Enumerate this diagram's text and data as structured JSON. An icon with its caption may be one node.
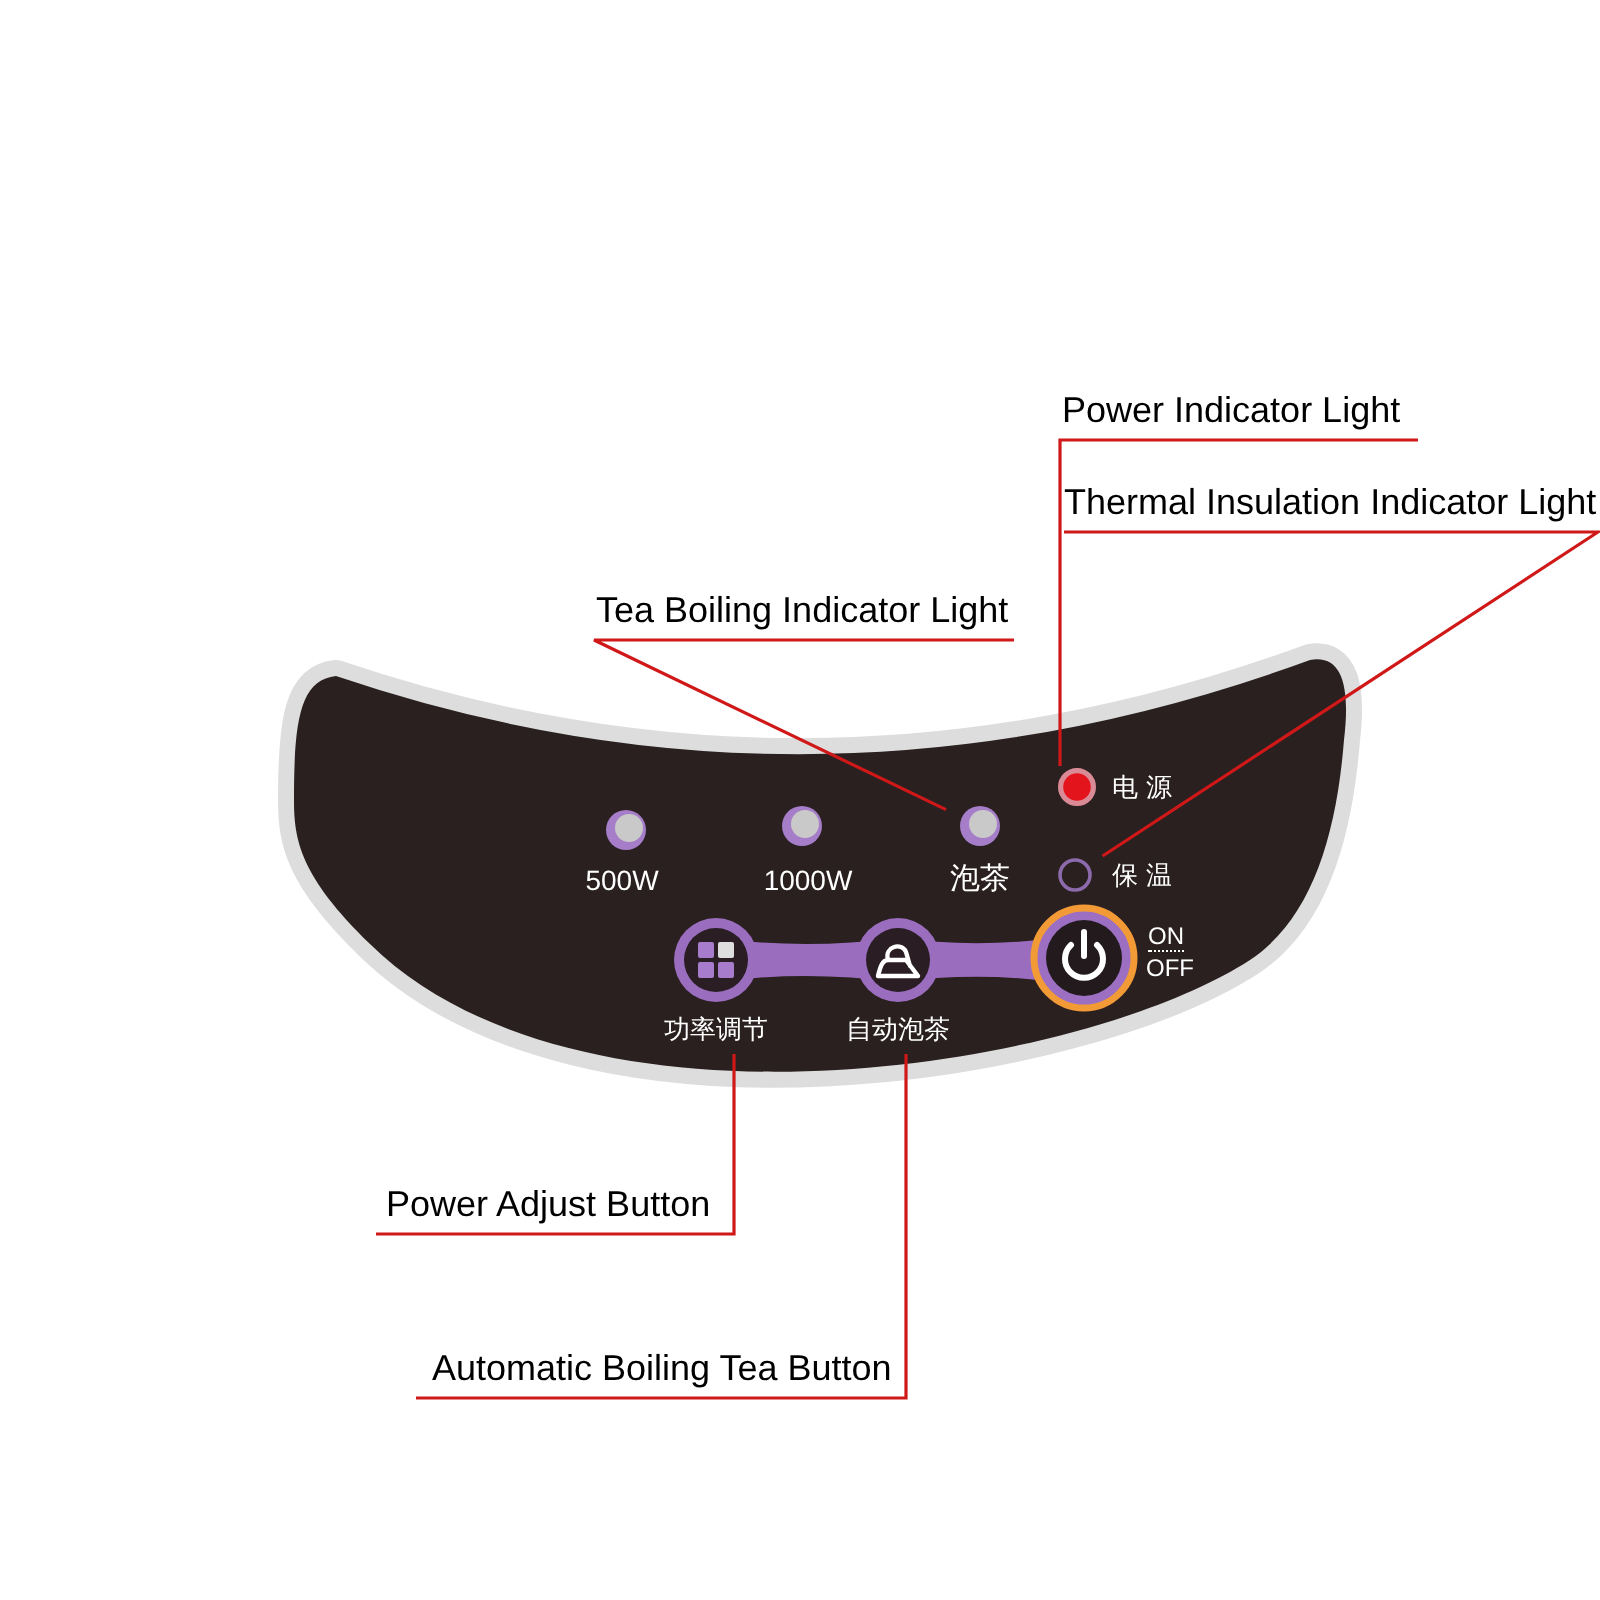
{
  "diagram": {
    "nodes": [
      {
        "text": [
          "Power Indicator Light"
        ]
      },
      {
        "text": [
          "Thermal Insulation Indicator Light"
        ]
      },
      {
        "text": [
          "Tea Boiling Indicator Light"
        ]
      },
      {
        "text": [],
        "shape": "circle",
        "beside": [
          "电源"
        ]
      },
      {
        "text": [],
        "shape": "circle",
        "beside": [
          "泡茶"
        ]
      },
      {
        "text": [],
        "shape": "circle",
        "beside": [
          "保温"
        ]
      },
      {
        "text": [],
        "shape": "circle",
        "beside": [
          "功率调节"
        ]
      },
      {
        "text": [],
        "shape": "circle",
        "beside": [
          "自动泡茶"
        ]
      },
      {
        "text": [
          "Power Adjust Button"
        ]
      },
      {
        "text": [
          "Automatic Boiling Tea Button"
        ]
      }
    ],
    "edges": [
      {
        "from": 0,
        "to": 3,
        "arrow": "none"
      },
      {
        "from": 1,
        "to": 5,
        "arrow": "none"
      },
      {
        "from": 2,
        "to": 4,
        "arrow": "none"
      },
      {
        "from": 8,
        "to": 6,
        "arrow": "none"
      },
      {
        "from": 9,
        "to": 7,
        "arrow": "none"
      }
    ],
    "labels": [
      "500W",
      "1000W",
      "ON",
      "OFF"
    ]
  }
}
